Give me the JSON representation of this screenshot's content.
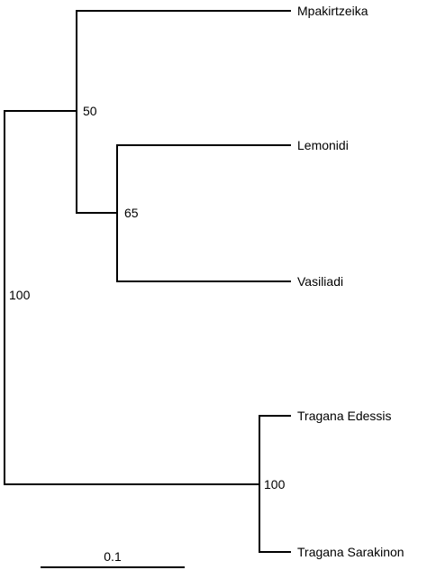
{
  "tree": {
    "leaves": [
      {
        "id": "mpakirtzeika",
        "label": "Mpakirtzeika"
      },
      {
        "id": "lemonidi",
        "label": "Lemonidi"
      },
      {
        "id": "vasiliadi",
        "label": "Vasiliadi"
      },
      {
        "id": "tragana-edessis",
        "label": "Tragana Edessis"
      },
      {
        "id": "tragana-sarakinon",
        "label": "Tragana Sarakinon"
      }
    ],
    "bootstrap": {
      "root": "100",
      "clade_mpak_lem_vas": "50",
      "clade_lem_vas": "65",
      "clade_tragana": "100"
    },
    "scale_bar": {
      "label": "0.1"
    },
    "line_color": "#000000"
  }
}
